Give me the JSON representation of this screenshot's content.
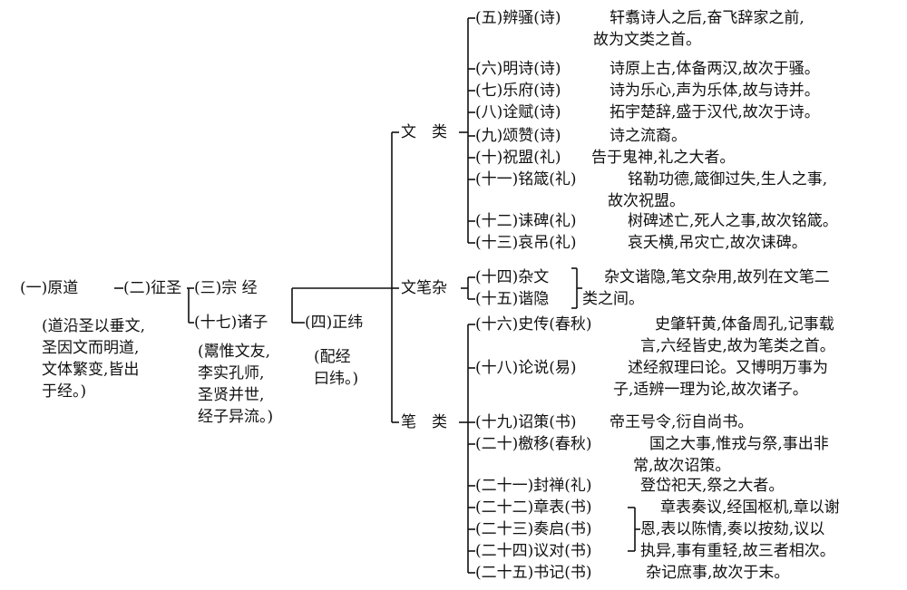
{
  "root": {
    "n1": "(一)原道",
    "n2": "(二)征圣",
    "n3": "(三)宗 经",
    "n17": "(十七)诸子",
    "n4": "(四)正纬",
    "note1": [
      "(道沿圣以垂文,",
      "圣因文而明道,",
      "文体繁变,皆出",
      "于经。)"
    ],
    "note17": [
      "(鬻惟文友,",
      "李实孔师,",
      "圣贤并世,",
      "经子异流。)"
    ],
    "note4": [
      "(配经",
      "曰纬。)"
    ]
  },
  "categories": {
    "wen": "文　类",
    "wenbi": "文笔杂",
    "bi": "笔　类"
  },
  "wen_items": [
    {
      "label": "(五)辨骚(诗)",
      "desc": [
        "轩翥诗人之后,奋飞辞家之前,",
        "故为文类之首。"
      ]
    },
    {
      "label": "(六)明诗(诗)",
      "desc": [
        "诗原上古,体备两汉,故次于骚。"
      ]
    },
    {
      "label": "(七)乐府(诗)",
      "desc": [
        "诗为乐心,声为乐体,故与诗并。"
      ]
    },
    {
      "label": "(八)诠赋(诗)",
      "desc": [
        "拓宇楚辞,盛于汉代,故次于诗。"
      ]
    },
    {
      "label": "(九)颂赞(诗)",
      "desc": [
        "诗之流裔。"
      ]
    },
    {
      "label": "(十)祝盟(礼)",
      "desc": [
        "告于鬼神,礼之大者。"
      ]
    },
    {
      "label": "(十一)铭箴(礼)",
      "desc": [
        "铭勒功德,箴御过失,生人之事,",
        "故次祝盟。"
      ]
    },
    {
      "label": "(十二)诔碑(礼)",
      "desc": [
        "树碑述亡,死人之事,故次铭箴。"
      ]
    },
    {
      "label": "(十三)哀吊(礼)",
      "desc": [
        "哀夭横,吊灾亡,故次诔碑。"
      ]
    }
  ],
  "wenbi_items": [
    {
      "label": "(十四)杂文"
    },
    {
      "label": "(十五)谐隐"
    }
  ],
  "wenbi_desc": [
    "杂文谐隐,笔文杂用,故列在文笔二",
    "类之间。"
  ],
  "bi_items": [
    {
      "label": "(十六)史传(春秋)",
      "desc": [
        "史肇轩黄,体备周孔,记事载",
        "言,六经皆史,故为笔类之首。"
      ]
    },
    {
      "label": "(十八)论说(易)",
      "desc": [
        "述经叙理曰论。又博明万事为",
        "子,适辨一理为论,故次诸子。"
      ]
    },
    {
      "label": "(十九)诏策(书)",
      "desc": [
        "帝王号令,衍自尚书。"
      ]
    },
    {
      "label": "(二十)檄移(春秋)",
      "desc": [
        "国之大事,惟戎与祭,事出非",
        "常,故次诏策。"
      ]
    },
    {
      "label": "(二十一)封禅(礼)",
      "desc": [
        "登岱祀天,祭之大者。"
      ]
    },
    {
      "label": "(二十二)章表(书)"
    },
    {
      "label": "(二十三)奏启(书)"
    },
    {
      "label": "(二十四)议对(书)"
    },
    {
      "label": "(二十五)书记(书)",
      "desc": [
        "杂记庶事,故次于末。"
      ]
    }
  ],
  "shu_group_desc": [
    "章表奏议,经国枢机,章以谢",
    "恩,表以陈情,奏以按劾,议以",
    "执异,事有重轻,故三者相次。"
  ]
}
